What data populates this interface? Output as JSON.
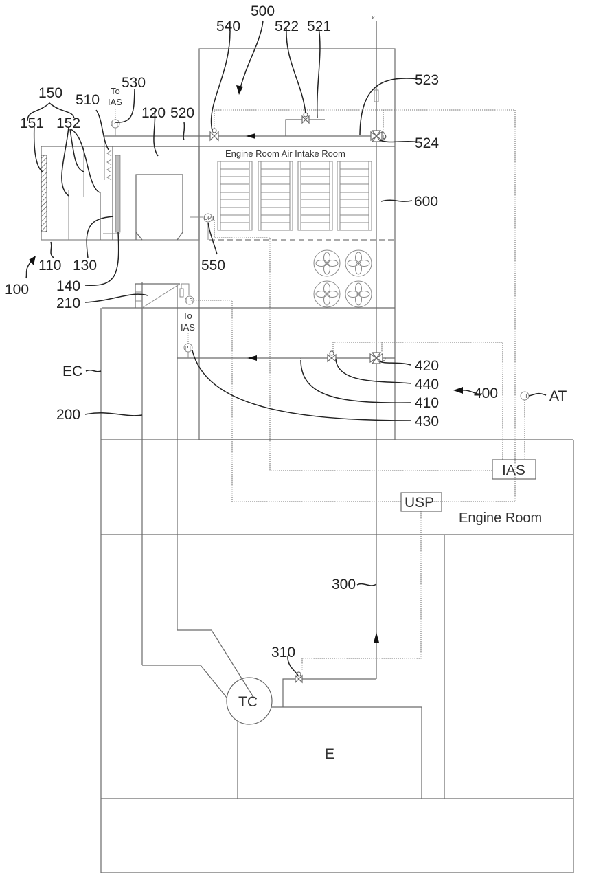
{
  "figure": {
    "rooms": {
      "air_intake_room": "Engine Room Air Intake Room",
      "engine_room": "Engine Room"
    },
    "components": {
      "ias_box": "IAS",
      "usp_box": "USP",
      "turbocharger": "TC",
      "engine": "E"
    },
    "annotations": {
      "to_ias_top": [
        "To",
        "IAS"
      ],
      "to_ias_mid": [
        "To",
        "IAS"
      ]
    },
    "instruments": {
      "pt_top": "PT",
      "dpt": "DPT",
      "ls": "LS",
      "pt_mid": "PT",
      "tt": "TT",
      "valve_d_top": "D",
      "valve_d_mid": "D"
    },
    "reference_numerals": {
      "r500": "500",
      "r540": "540",
      "r522": "522",
      "r521": "521",
      "r523": "523",
      "r524": "524",
      "r530": "530",
      "r510": "510",
      "r150": "150",
      "r151": "151",
      "r152": "152",
      "r120": "120",
      "r520": "520",
      "r600": "600",
      "r110": "110",
      "r130": "130",
      "r100": "100",
      "r140": "140",
      "r550": "550",
      "r210": "210",
      "rEC": "EC",
      "r200": "200",
      "r420": "420",
      "r440": "440",
      "r410": "410",
      "r400": "400",
      "rAT": "AT",
      "r430": "430",
      "r300": "300",
      "r310": "310"
    }
  }
}
